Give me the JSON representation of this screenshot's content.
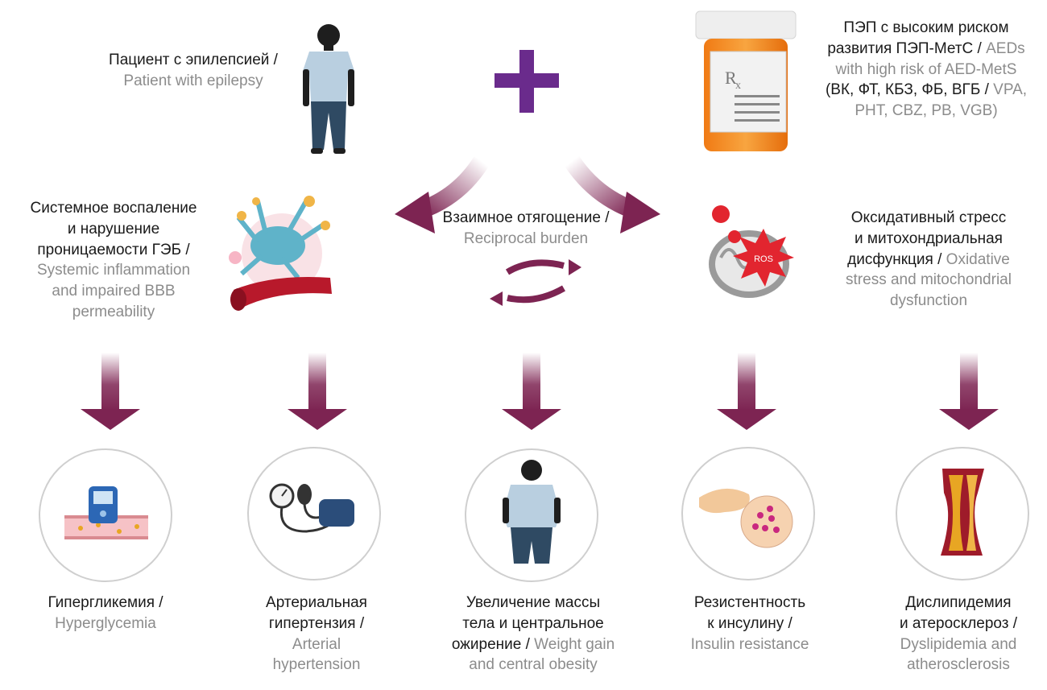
{
  "colors": {
    "arrow": "#7d2452",
    "plus": "#6a2b8c",
    "gray_text": "#8c8c8c"
  },
  "top": {
    "patient": {
      "ru": "Пациент с эпилепсией /",
      "en": "Patient with epilepsy",
      "icon": "person-icon"
    },
    "aeds": {
      "ru1": "ПЭП с высоким риском",
      "ru2": "развития ПЭП-МетС /",
      "en2": "AEDs",
      "en3": "with high risk of AED-MetS",
      "ru4": "(ВК, ФТ, КБЗ, ФБ, ВГБ /",
      "en4": "VPA,",
      "en5": "PHT, CBZ, PB, VGB)",
      "rx": "R",
      "icon": "pill-bottle-icon"
    },
    "plus_icon": "plus-icon"
  },
  "middle": {
    "inflammation": {
      "ru1": "Системное воспаление",
      "ru2": "и нарушение",
      "ru3": "проницаемости ГЭБ /",
      "en1": "Systemic inflammation",
      "en2": "and impaired BBB",
      "en3": "permeability",
      "icon": "neuron-vessel-icon"
    },
    "reciprocal": {
      "ru": "Взаимное отягощение /",
      "en": "Reciprocal burden",
      "icon": "cycle-arrows-icon"
    },
    "oxidative": {
      "ru1": "Оксидативный стресс",
      "ru2": "и митохондриальная",
      "ru3": "дисфункция /",
      "en3": "Oxidative",
      "en4": "stress and mitochondrial",
      "en5": "dysfunction",
      "ros": "ROS",
      "icon": "mitochondrion-icon"
    }
  },
  "bottom": [
    {
      "ru": [
        "Гипергликемия /"
      ],
      "en": [
        "Hyperglycemia"
      ],
      "icon": "glucometer-icon"
    },
    {
      "ru": [
        "Артериальная",
        "гипертензия /"
      ],
      "en": [
        "Arterial",
        "hypertension"
      ],
      "icon": "blood-pressure-cuff-icon"
    },
    {
      "ru": [
        "Увеличение массы",
        "тела и центральное",
        "ожирение /"
      ],
      "en": [
        "Weight gain",
        "and central obesity"
      ],
      "icon": "obese-person-icon"
    },
    {
      "ru": [
        "Резистентность",
        "к инсулину /"
      ],
      "en": [
        "Insulin resistance"
      ],
      "icon": "pancreas-icon"
    },
    {
      "ru": [
        "Дислипидемия",
        "и атеросклероз /"
      ],
      "en": [
        "Dyslipidemia and",
        "atherosclerosis"
      ],
      "icon": "artery-plaque-icon"
    }
  ]
}
